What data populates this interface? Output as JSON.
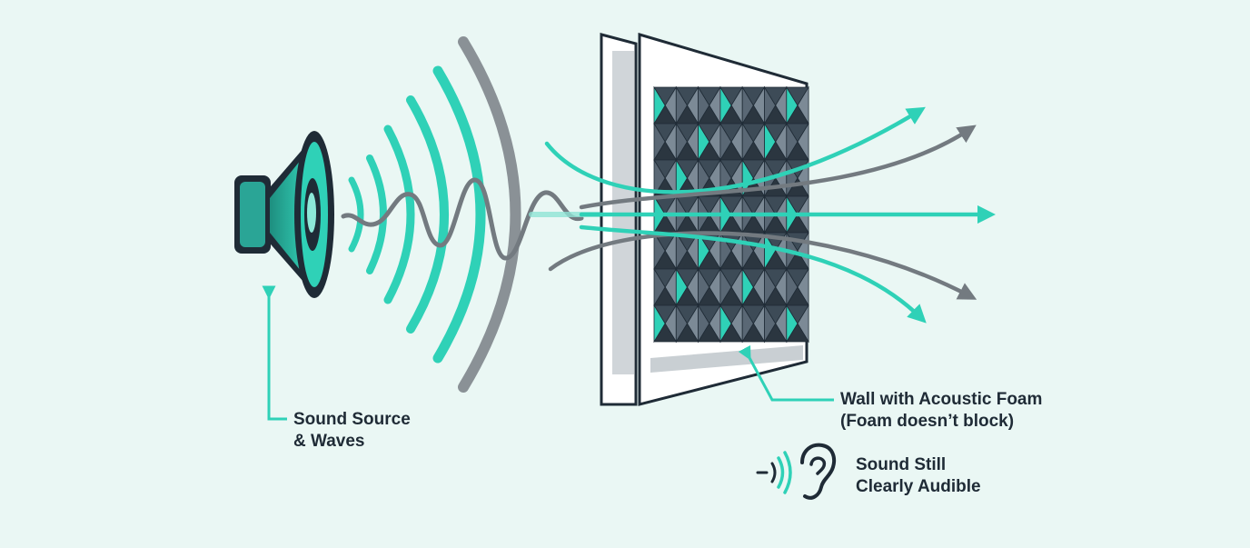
{
  "colors": {
    "background": "#eaf7f4",
    "teal": "#2fd1b7",
    "gray": "#737a80",
    "dark": "#1f2b36",
    "foam_dark": "#3d4b57",
    "foam_light": "#7c8a96"
  },
  "labels": {
    "source_line1": "Sound Source",
    "source_line2": "& Waves",
    "wall_line1": "Wall with Acoustic Foam",
    "wall_line2": "(Foam doesn’t block)",
    "audible_line1": "Sound Still",
    "audible_line2": "Clearly Audible"
  },
  "icons": {
    "speaker": "speaker-icon",
    "ear": "ear-icon",
    "sound_waves": "sound-waves-icon"
  },
  "foam": {
    "rows": 7,
    "cols": 7
  }
}
